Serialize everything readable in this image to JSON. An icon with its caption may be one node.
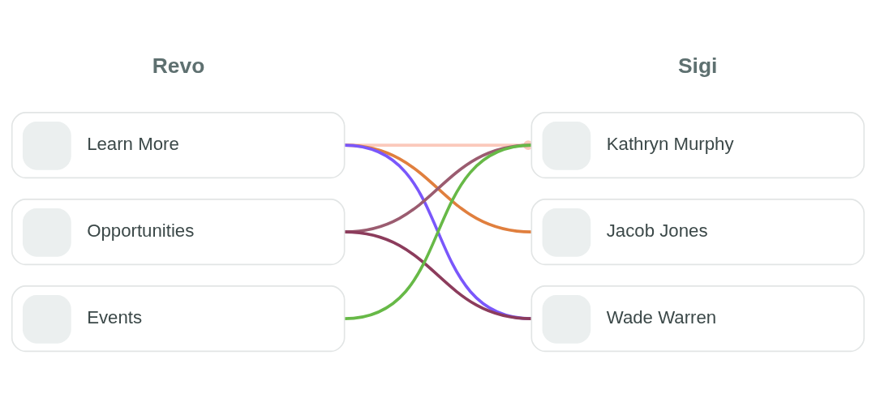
{
  "diagram": {
    "nodes": [
      {
        "text": [
          "Learn More"
        ]
      },
      {
        "text": [
          "Opportunities"
        ]
      },
      {
        "text": [
          "Events"
        ]
      },
      {
        "text": [
          "Kathryn Murphy"
        ]
      },
      {
        "text": [
          "Jacob Jones"
        ]
      },
      {
        "text": [
          "Wade Warren"
        ]
      }
    ],
    "edges": [
      {
        "from": 0,
        "to": 3,
        "arrow": "other",
        "color": "#fbc9bb"
      },
      {
        "from": 0,
        "to": 4,
        "arrow": "none",
        "color": "#e07f3e"
      },
      {
        "from": 0,
        "to": 5,
        "arrow": "none",
        "color": "#7a57fb"
      },
      {
        "from": 1,
        "to": 3,
        "arrow": "none",
        "color": "#9b5c70"
      },
      {
        "from": 1,
        "to": 5,
        "arrow": "none",
        "color": "#8c3c5c"
      },
      {
        "from": 2,
        "to": 3,
        "arrow": "none",
        "color": "#67b947"
      }
    ],
    "labels": [
      "Revo",
      "Sigi"
    ]
  }
}
